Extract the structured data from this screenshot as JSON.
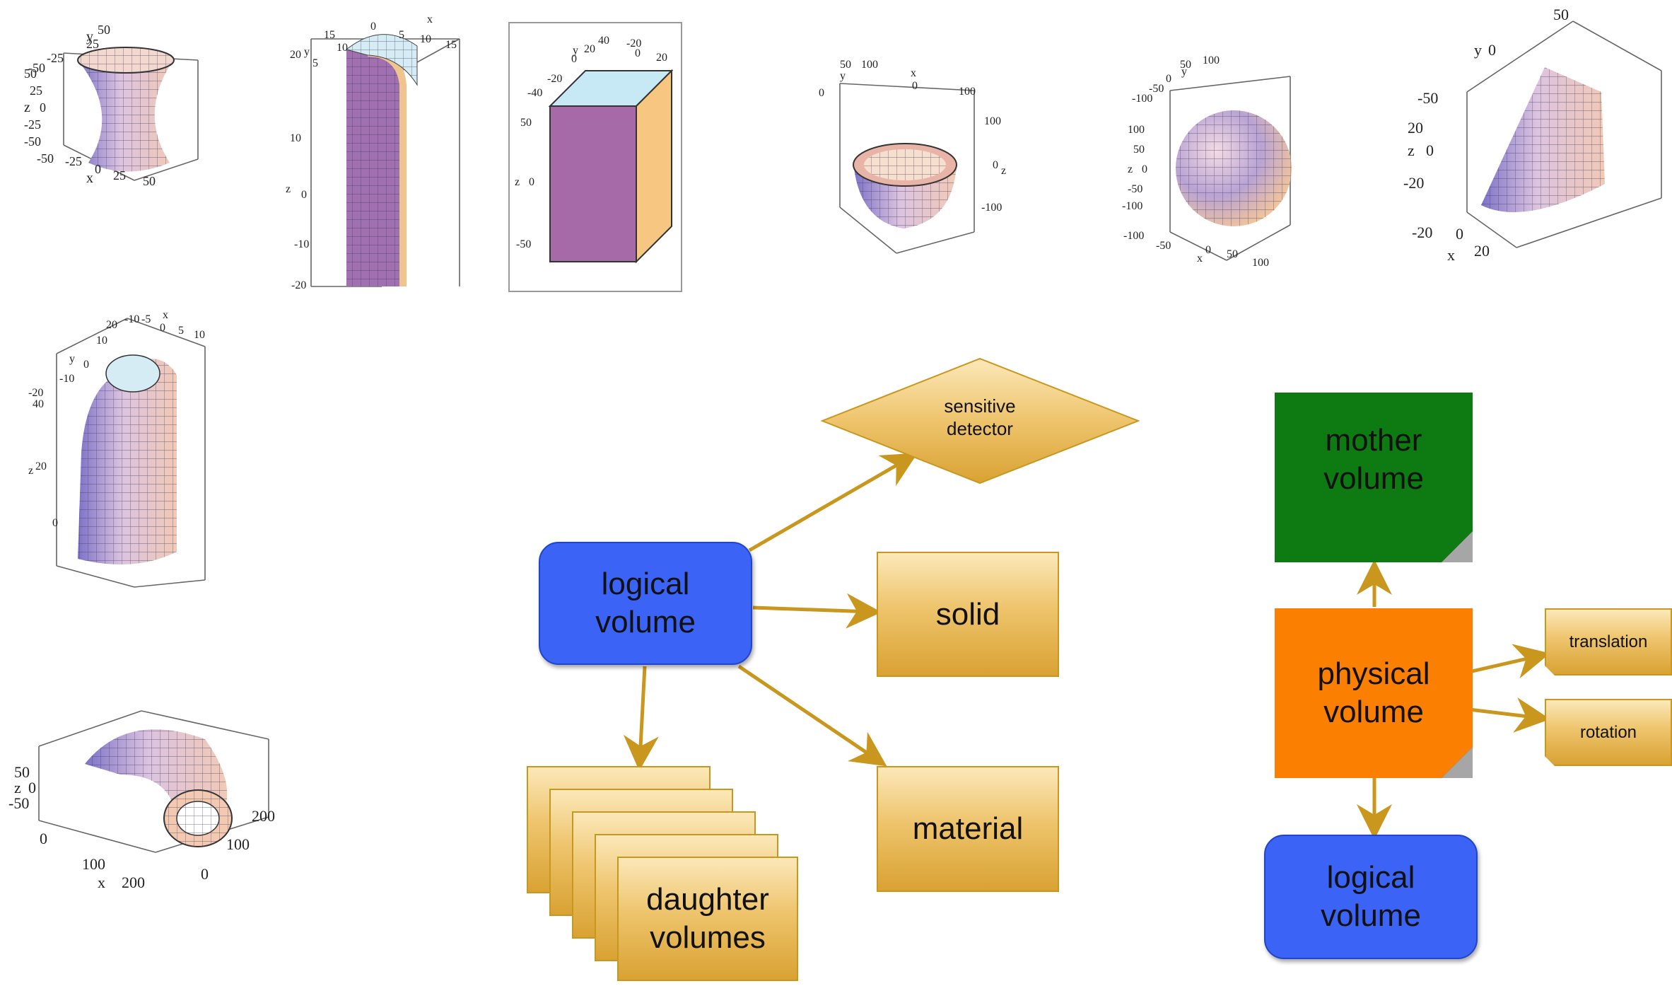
{
  "colors": {
    "arrow": "#c9971e",
    "gold_light": "#fbe8b9",
    "gold_dark": "#d9a233",
    "logical_blue": "#3b63f6",
    "mother_green": "#0e7a12",
    "physical_orange": "#fb7f00",
    "shape_surface": "#d8b6d6"
  },
  "plots": {
    "hyperboloid": {
      "y": "y",
      "yticks": [
        "50",
        "25",
        "-25",
        "-50"
      ],
      "z": "z",
      "zticks": [
        "50",
        "25",
        "0",
        "-25",
        "-50"
      ],
      "x": "x",
      "xticks": [
        "-50",
        "-25",
        "0",
        "25",
        "50"
      ]
    },
    "tubs_segment": {
      "x": "x",
      "xticks": [
        "0",
        "5",
        "10",
        "15"
      ],
      "y": "y",
      "yticks": [
        "15",
        "10",
        "5"
      ],
      "z": "z",
      "zticks": [
        "20",
        "10",
        "0",
        "-10",
        "-20"
      ]
    },
    "box": {
      "y": "y",
      "yticks": [
        "40",
        "20",
        "0",
        "-20",
        "-40"
      ],
      "xticks": [
        "-20",
        "0",
        "20"
      ],
      "z": "z",
      "zticks": [
        "50",
        "0",
        "-50"
      ]
    },
    "sphere_shell": {
      "y": "y",
      "yticks": [
        "0",
        "50",
        "100"
      ],
      "x": "x",
      "xticks": [
        "100",
        "0"
      ],
      "z": "z",
      "zticks": [
        "100",
        "0",
        "-100"
      ]
    },
    "sphere": {
      "y": "y",
      "yticks": [
        "100",
        "50",
        "0",
        "-50",
        "-100"
      ],
      "z": "z",
      "zticks": [
        "100",
        "50",
        "0",
        "-50",
        "-100"
      ],
      "x": "x",
      "xticks": [
        "-100",
        "-50",
        "0",
        "50",
        "100"
      ]
    },
    "cone": {
      "yticks": [
        "50",
        "0",
        "-50"
      ],
      "y": "y",
      "z": "z",
      "zticks": [
        "20",
        "0",
        "-20"
      ],
      "x": "x",
      "xticks": [
        "-20",
        "0",
        "20"
      ]
    },
    "ellipsoid_tube": {
      "x": "x",
      "xticks": [
        "-10",
        "-5",
        "0",
        "5",
        "10"
      ],
      "y": "y",
      "yticks": [
        "20",
        "10",
        "0",
        "-10",
        "-20"
      ],
      "z": "z",
      "zticks": [
        "40",
        "20",
        "0"
      ]
    },
    "torus": {
      "z": "z",
      "zticks": [
        "50",
        "0",
        "-50"
      ],
      "x": "x",
      "xticks": [
        "0",
        "100",
        "200"
      ],
      "yticks": [
        "200",
        "100",
        "0"
      ]
    }
  },
  "diagram": {
    "logical_volume": "logical\nvolume",
    "sensitive_detector": "sensitive\ndetector",
    "solid": "solid",
    "material": "material",
    "daughter_volumes": "daughter\nvolumes",
    "mother_volume": "mother\nvolume",
    "physical_volume": "physical\nvolume",
    "translation": "translation",
    "rotation": "rotation",
    "logical_volume_2": "logical\nvolume"
  }
}
